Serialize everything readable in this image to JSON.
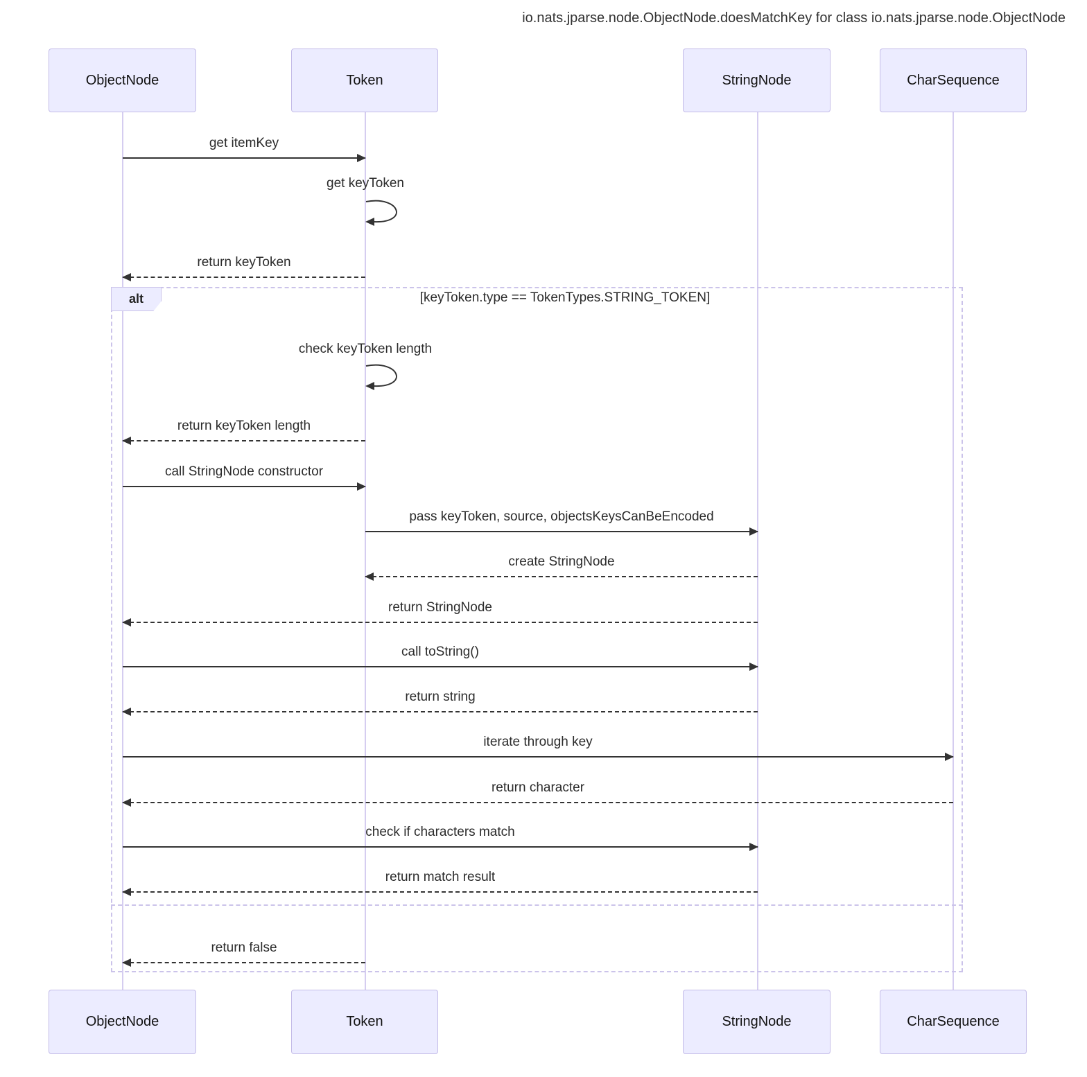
{
  "title": "io.nats.jparse.node.ObjectNode.doesMatchKey for class io.nats.jparse.node.ObjectNode",
  "actors": [
    "ObjectNode",
    "Token",
    "StringNode",
    "CharSequence"
  ],
  "alt_block": {
    "label": "alt",
    "condition": "[keyToken.type == TokenTypes.STRING_TOKEN]"
  },
  "messages": [
    {
      "label": "get itemKey",
      "from": "ObjectNode",
      "to": "Token",
      "line": "solid"
    },
    {
      "label": "get keyToken",
      "from": "Token",
      "to": "Token",
      "line": "self"
    },
    {
      "label": "return keyToken",
      "from": "Token",
      "to": "ObjectNode",
      "line": "dashed"
    },
    {
      "label": "check keyToken length",
      "from": "Token",
      "to": "Token",
      "line": "self"
    },
    {
      "label": "return keyToken length",
      "from": "Token",
      "to": "ObjectNode",
      "line": "dashed"
    },
    {
      "label": "call StringNode constructor",
      "from": "ObjectNode",
      "to": "Token",
      "line": "solid"
    },
    {
      "label": "pass keyToken, source, objectsKeysCanBeEncoded",
      "from": "Token",
      "to": "StringNode",
      "line": "solid"
    },
    {
      "label": "create StringNode",
      "from": "StringNode",
      "to": "Token",
      "line": "dashed"
    },
    {
      "label": "return StringNode",
      "from": "StringNode",
      "to": "ObjectNode",
      "line": "dashed"
    },
    {
      "label": "call toString()",
      "from": "ObjectNode",
      "to": "StringNode",
      "line": "solid"
    },
    {
      "label": "return string",
      "from": "StringNode",
      "to": "ObjectNode",
      "line": "dashed"
    },
    {
      "label": "iterate through key",
      "from": "ObjectNode",
      "to": "CharSequence",
      "line": "solid"
    },
    {
      "label": "return character",
      "from": "CharSequence",
      "to": "ObjectNode",
      "line": "dashed"
    },
    {
      "label": "check if characters match",
      "from": "ObjectNode",
      "to": "StringNode",
      "line": "solid"
    },
    {
      "label": "return match result",
      "from": "StringNode",
      "to": "ObjectNode",
      "line": "dashed"
    },
    {
      "label": "return false",
      "from": "Token",
      "to": "ObjectNode",
      "line": "dashed"
    }
  ],
  "colors": {
    "actor_fill": "#ECECFF",
    "actor_border": "#c3bbe8",
    "lifeline": "#d5cdf0",
    "frame_border": "#cbc3ea",
    "arrow": "#333333",
    "text": "#2b2b2b",
    "background": "#ffffff"
  }
}
